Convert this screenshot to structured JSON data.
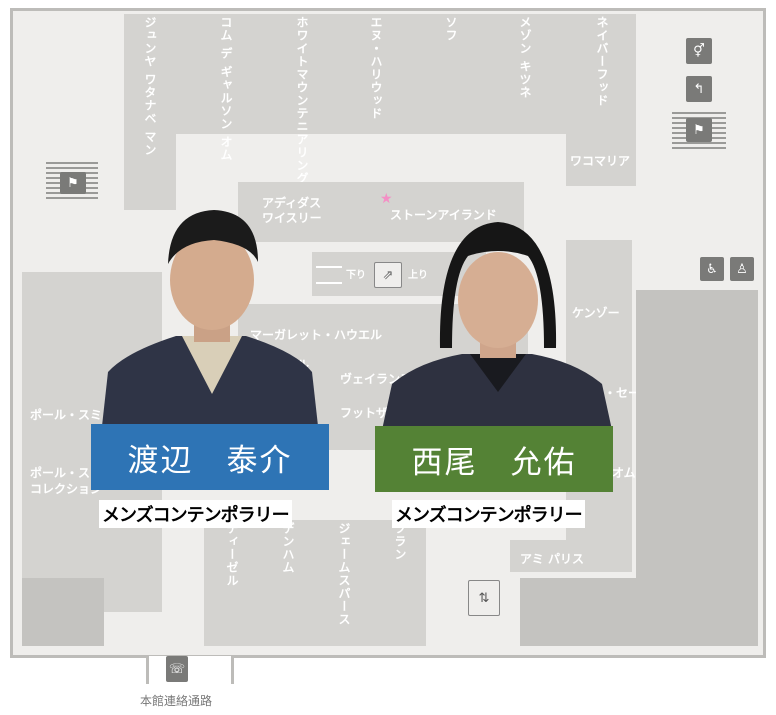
{
  "colors": {
    "floor": "#efeeec",
    "block": "#d4d3d0",
    "wall": "#bdbcb9",
    "blue": "#2e74b5",
    "green": "#548235",
    "star": "#f48fc5"
  },
  "shops": {
    "junya": "ジュンヤ ワタナベ マン",
    "comme": "コム デ ギャルソン オム",
    "white": "ホワイトマウンテニアリング",
    "n_hoolywood": "エヌ・ハリウッド",
    "soph": "ソフ",
    "kitsune": "メゾン キツネ",
    "neighborhood": "ネイバーフッド",
    "wacko": "ワコマリア",
    "adidas": "アディダス ワイスリー",
    "stone": "ストーンアイランド",
    "margaret": "マーガレット・ハウエル",
    "vei": "ヴェイランス",
    "foot_partial": "フットザ",
    "kenzo": "ケンゾー",
    "paul1": "ポール・スミ",
    "paul2": "ポール・スミ",
    "collection": "コレクション",
    "diesel": "ディーゼル",
    "denham": "デンハム",
    "james": "ジェームスパース",
    "brown": "ブラン",
    "ami": "アミ パリス",
    "se_partial": "ベ・セー",
    "om_partial": "オム",
    "partial_bl": "ル",
    "escalator_down": "下り",
    "escalator_up": "上り",
    "connection": "本館連絡通路"
  },
  "icons": [
    "restroom-icon",
    "nursing-icon",
    "elevator-icon",
    "wheelchair-icon",
    "ostomate-icon",
    "phone-icon",
    "stairs-icon"
  ],
  "people": [
    {
      "name": "渡辺　泰介",
      "dept": "メンズコンテンポラリー",
      "color": "#2e74b5"
    },
    {
      "name": "西尾　允佑",
      "dept": "メンズコンテンポラリー",
      "color": "#548235"
    }
  ]
}
